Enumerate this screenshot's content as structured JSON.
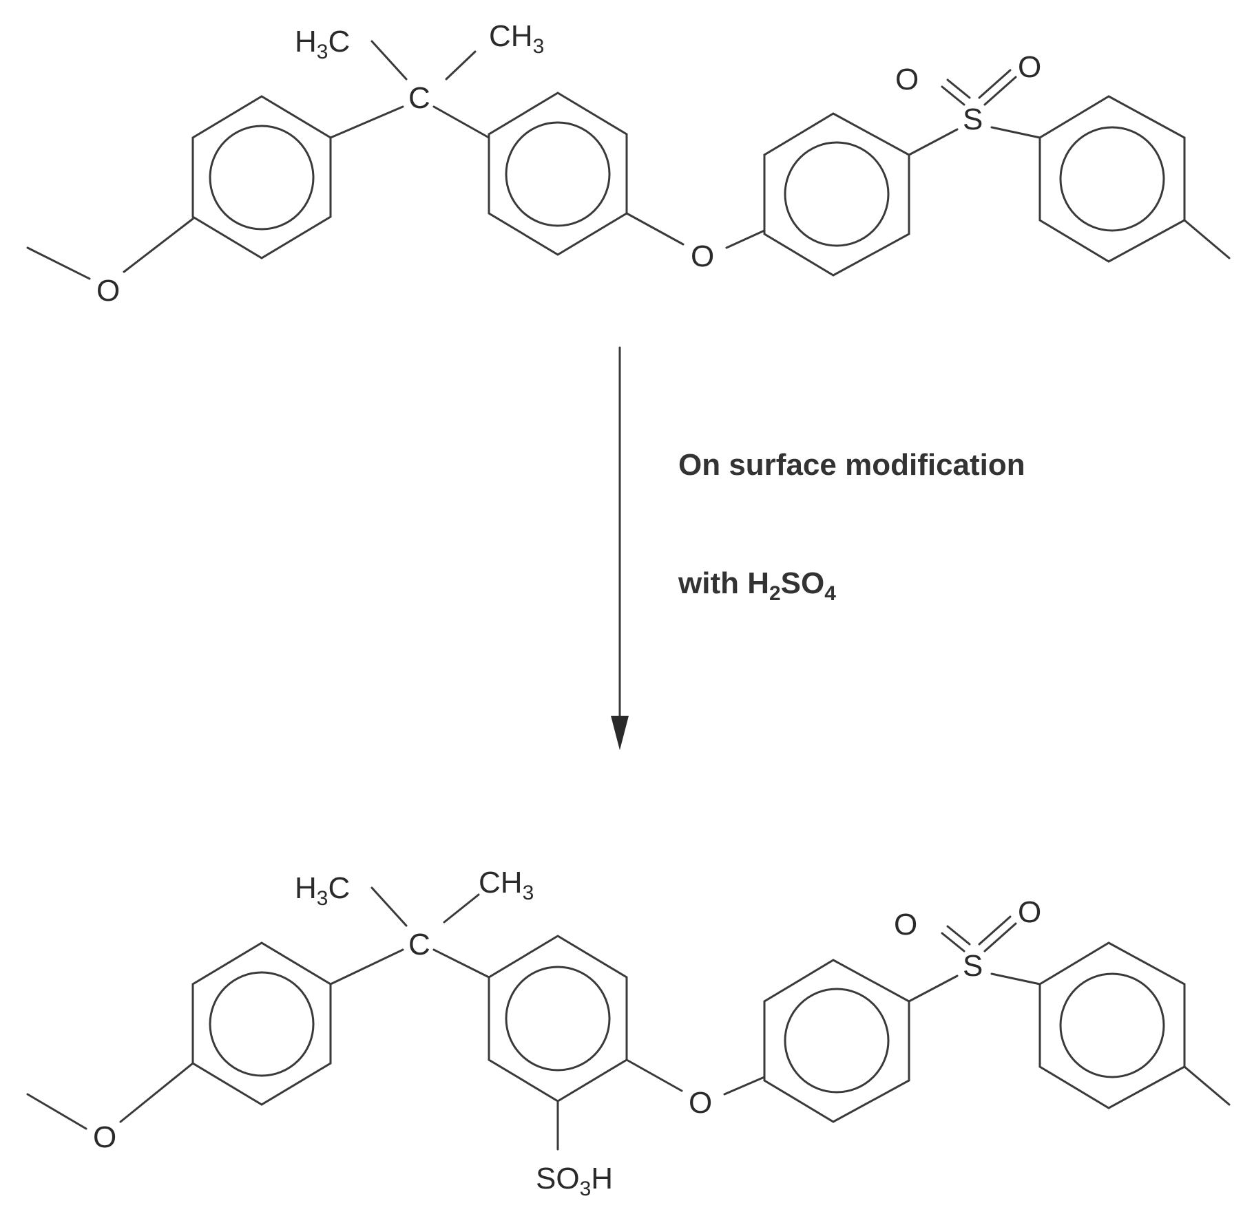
{
  "reactant": {
    "methyl_left": {
      "main": "H",
      "sub": "3",
      "tail": "C"
    },
    "methyl_right": {
      "main": "CH",
      "sub": "3"
    },
    "quaternary_c": "C",
    "methoxy_o": "O",
    "ether_o": "O",
    "sulfone_s": "S",
    "sulfone_o1": "O",
    "sulfone_o2": "O"
  },
  "arrow": {
    "condition_line1": "On surface modification",
    "condition_line2": {
      "pre": "with H",
      "sub1": "2",
      "mid": "SO",
      "sub2": "4"
    }
  },
  "product": {
    "methyl_left": {
      "main": "H",
      "sub": "3",
      "tail": "C"
    },
    "methyl_right": {
      "main": "CH",
      "sub": "3"
    },
    "quaternary_c": "C",
    "methoxy_o": "O",
    "ether_o": "O",
    "sulfone_s": "S",
    "sulfone_o1": "O",
    "sulfone_o2": "O",
    "sulfonic_acid": {
      "pre": "SO",
      "sub": "3",
      "post": "H"
    }
  }
}
